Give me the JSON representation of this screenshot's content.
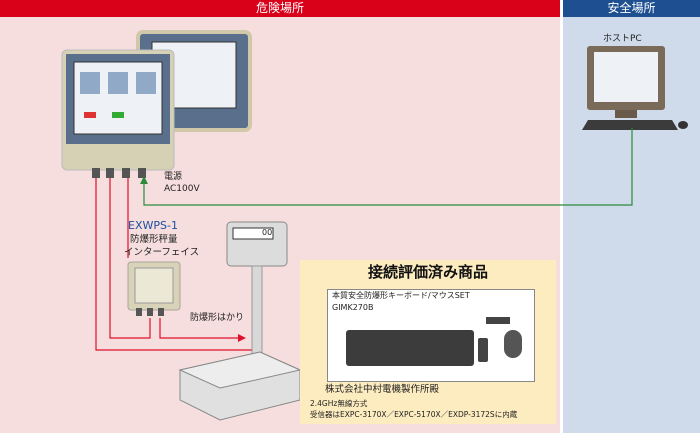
{
  "zones": {
    "hazard": "危険場所",
    "safe": "安全場所"
  },
  "host_pc": "ホストPC",
  "power": {
    "label": "電源",
    "voltage": "AC100V"
  },
  "interface": {
    "model": "EXWPS-1",
    "name_line1": "防爆形秤量",
    "name_line2": "インターフェイス"
  },
  "scale": {
    "label": "防爆形はかり",
    "display": "00"
  },
  "products": {
    "title": "接続評価済み商品",
    "kit_name": "本質安全防爆形キーボード/マウスSET",
    "kit_model": "GIMK270B",
    "maker": "株式会社中村電機製作所殿",
    "wireless": "2.4GHz無線方式",
    "receiver": "受信器はEXPC-3170X／EXPC-5170X／EXDP-3172Sに内蔵"
  },
  "colors": {
    "hazard_header": "#d9001a",
    "safe_header": "#1d4f91",
    "wire_red": "#e0102a",
    "wire_green": "#2a8a3a"
  }
}
